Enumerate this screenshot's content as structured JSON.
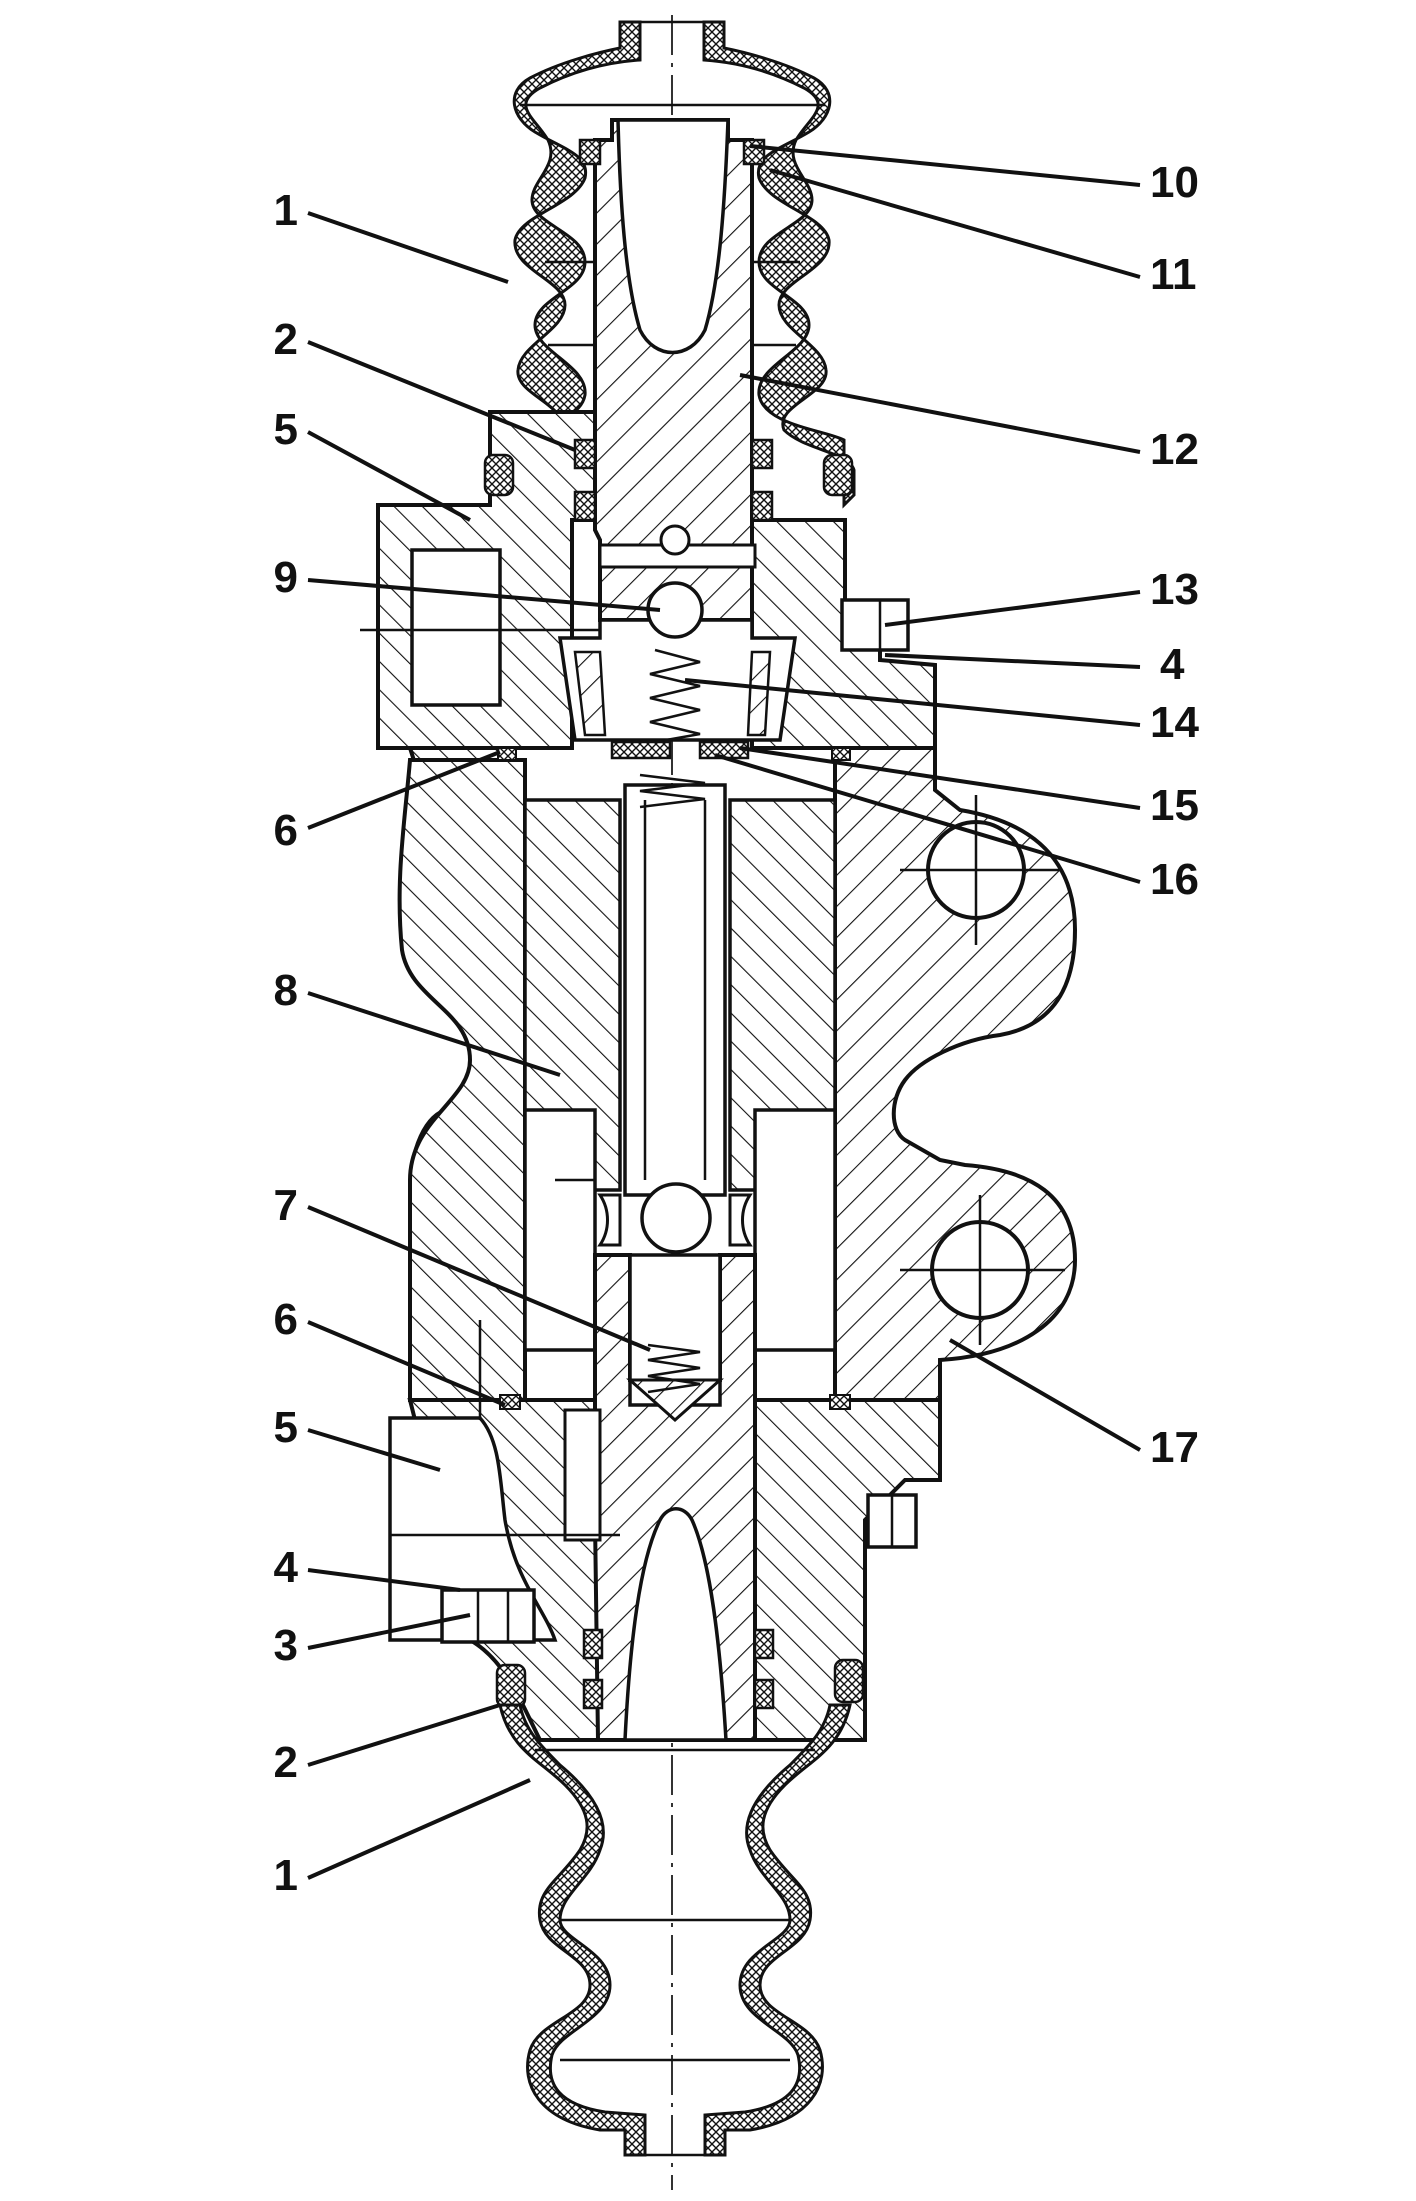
{
  "callouts": {
    "left": [
      {
        "key": "l1a",
        "label": "1"
      },
      {
        "key": "l2a",
        "label": "2"
      },
      {
        "key": "l5a",
        "label": "5"
      },
      {
        "key": "l9",
        "label": "9"
      },
      {
        "key": "l6a",
        "label": "6"
      },
      {
        "key": "l8",
        "label": "8"
      },
      {
        "key": "l7",
        "label": "7"
      },
      {
        "key": "l6b",
        "label": "6"
      },
      {
        "key": "l5b",
        "label": "5"
      },
      {
        "key": "l4b",
        "label": "4"
      },
      {
        "key": "l3",
        "label": "3"
      },
      {
        "key": "l2b",
        "label": "2"
      },
      {
        "key": "l1b",
        "label": "1"
      }
    ],
    "right": [
      {
        "key": "r10",
        "label": "10"
      },
      {
        "key": "r11",
        "label": "11"
      },
      {
        "key": "r12",
        "label": "12"
      },
      {
        "key": "r13",
        "label": "13"
      },
      {
        "key": "r4",
        "label": "4"
      },
      {
        "key": "r14",
        "label": "14"
      },
      {
        "key": "r15",
        "label": "15"
      },
      {
        "key": "r16",
        "label": "16"
      },
      {
        "key": "r17",
        "label": "17"
      }
    ]
  },
  "colors": {
    "ink": "#111111",
    "background": "#ffffff"
  }
}
